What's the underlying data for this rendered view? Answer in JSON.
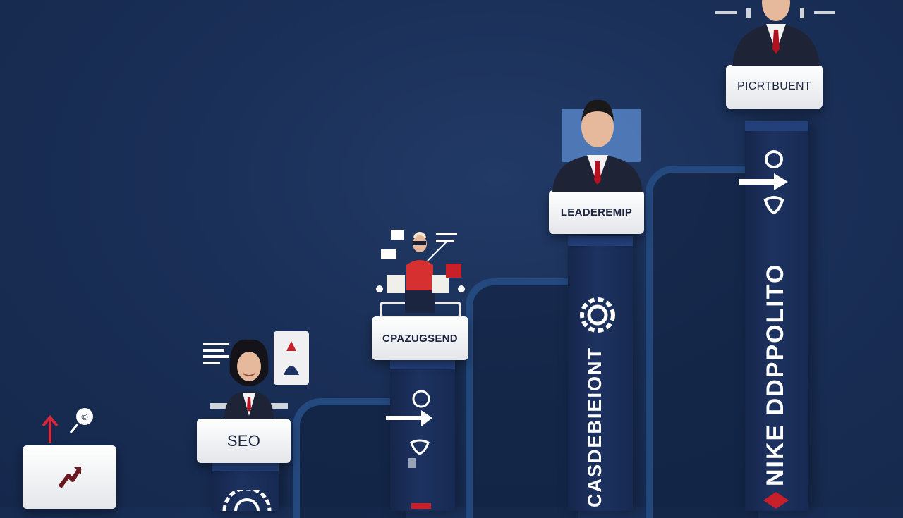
{
  "steps": [
    {
      "sign_label": ""
    },
    {
      "sign_label": "SEO"
    },
    {
      "sign_label": "CPAZUGSEND"
    },
    {
      "sign_label": "LEADEREMIP",
      "pillar_label": "CASDEBIEIONT"
    },
    {
      "sign_label": "PICRTBUENT",
      "pillar_label": "NIKE DDPPOLITO"
    }
  ],
  "colors": {
    "background": "#1a2f57",
    "pillar": "#1d3260",
    "sign": "#ffffff",
    "accent_red": "#c8202b",
    "ramp": "#24497e"
  }
}
